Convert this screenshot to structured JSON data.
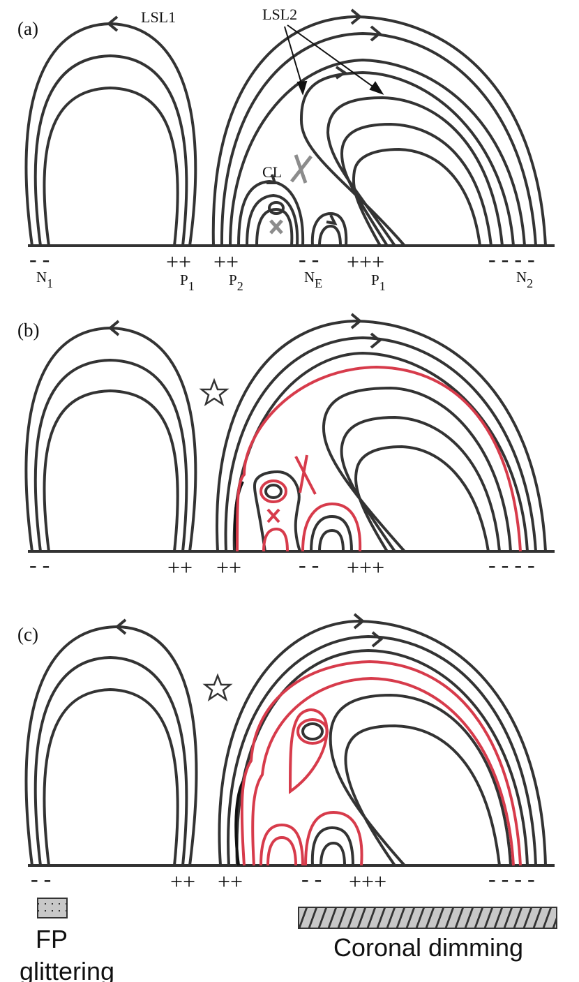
{
  "colors": {
    "line": "#333333",
    "red": "#d73b4b",
    "gray": "#8c8c8c"
  },
  "panels": [
    {
      "label": "(a)",
      "polarity": [
        "- -",
        "++",
        "++",
        "- -",
        "+++",
        "- - - -"
      ],
      "footpoint_labels": [
        "N",
        "P",
        "P",
        "N",
        "P",
        "N"
      ],
      "footpoint_subscripts": [
        "1",
        "1",
        "2",
        "E",
        "1",
        "2"
      ],
      "annotations": {
        "lsl1": "LSL1",
        "lsl2": "LSL2",
        "cl": "CL"
      }
    },
    {
      "label": "(b)",
      "polarity": [
        "- -",
        "++",
        "++",
        "- -",
        "+++",
        "- - - -"
      ]
    },
    {
      "label": "(c)",
      "polarity": [
        "- -",
        "++",
        "++",
        "- -",
        "+++",
        "- - - -"
      ]
    }
  ],
  "legend": {
    "fp_line1": "FP",
    "fp_line2": "glittering",
    "dimming": "Coronal dimming"
  }
}
